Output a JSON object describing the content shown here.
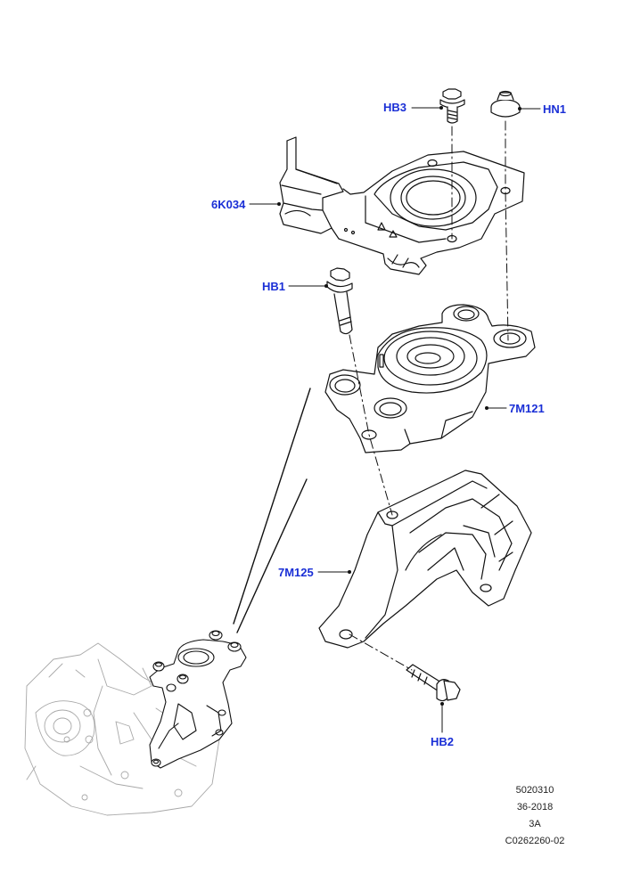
{
  "callouts": {
    "hb3": "HB3",
    "hn1": "HN1",
    "k6034": "6K034",
    "hb1": "HB1",
    "m7121": "7M121",
    "m7125": "7M125",
    "hb2": "HB2"
  },
  "meta": {
    "line1": "5020310",
    "line2": "36-2018",
    "line3": "3A",
    "line4": "C0262260-02"
  },
  "colors": {
    "callout": "#1a2fd6",
    "line": "#111111",
    "ghost": "#9a9a9a"
  }
}
